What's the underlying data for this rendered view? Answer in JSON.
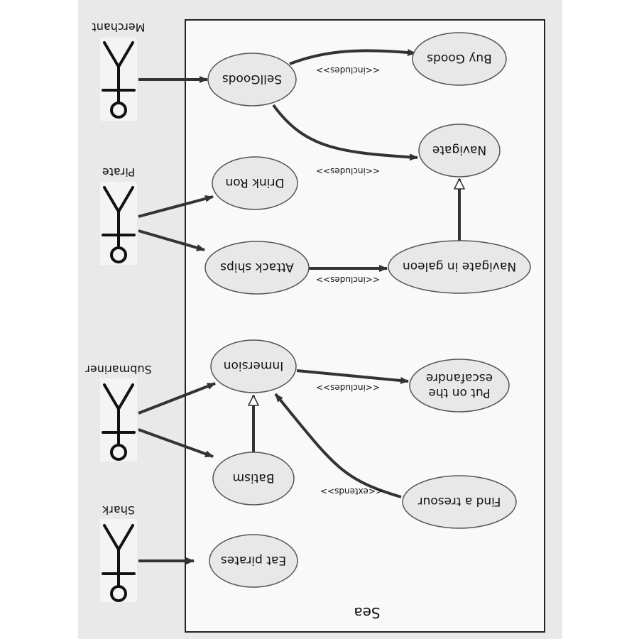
{
  "boundary": {
    "label": "Sea"
  },
  "actors": [
    {
      "id": "merchant",
      "label": "Merchant"
    },
    {
      "id": "pirate",
      "label": "Pirate"
    },
    {
      "id": "submariner",
      "label": "Submariner"
    },
    {
      "id": "shark",
      "label": "Shark"
    }
  ],
  "use_cases": [
    {
      "id": "sell-goods",
      "label": "SellGoods"
    },
    {
      "id": "buy-goods",
      "label": "Buy Goods"
    },
    {
      "id": "navigate",
      "label": "Navigate"
    },
    {
      "id": "drink-ron",
      "label": "Drink Ron"
    },
    {
      "id": "attack-ships",
      "label": "Attack ships"
    },
    {
      "id": "navigate-galeon",
      "label": "Navigate in galeon"
    },
    {
      "id": "inmersion",
      "label": "Inmersion"
    },
    {
      "id": "escafandre",
      "label_line1": "Put on the",
      "label_line2": "escafandre"
    },
    {
      "id": "batism",
      "label": "Batism"
    },
    {
      "id": "find-tresour",
      "label": "Find a tresour"
    },
    {
      "id": "eat-pirates",
      "label": "Eat pirates"
    }
  ],
  "relations": [
    {
      "from": "merchant",
      "to": "sell-goods",
      "type": "association"
    },
    {
      "from": "pirate",
      "to": "drink-ron",
      "type": "association"
    },
    {
      "from": "pirate",
      "to": "attack-ships",
      "type": "association"
    },
    {
      "from": "submariner",
      "to": "inmersion",
      "type": "association"
    },
    {
      "from": "submariner",
      "to": "batism",
      "type": "association"
    },
    {
      "from": "shark",
      "to": "eat-pirates",
      "type": "association"
    },
    {
      "from": "sell-goods",
      "to": "buy-goods",
      "type": "include",
      "label": "<<includes>>"
    },
    {
      "from": "sell-goods",
      "to": "navigate",
      "type": "include",
      "label": "<<includes>>"
    },
    {
      "from": "attack-ships",
      "to": "navigate-galeon",
      "type": "include",
      "label": "<<includes>>"
    },
    {
      "from": "inmersion",
      "to": "escafandre",
      "type": "include",
      "label": "<<includes>>"
    },
    {
      "from": "find-tresour",
      "to": "inmersion",
      "type": "extend",
      "label": "<<extends>>"
    },
    {
      "from": "navigate-galeon",
      "to": "navigate",
      "type": "generalization"
    },
    {
      "from": "batism",
      "to": "inmersion",
      "type": "generalization"
    }
  ]
}
